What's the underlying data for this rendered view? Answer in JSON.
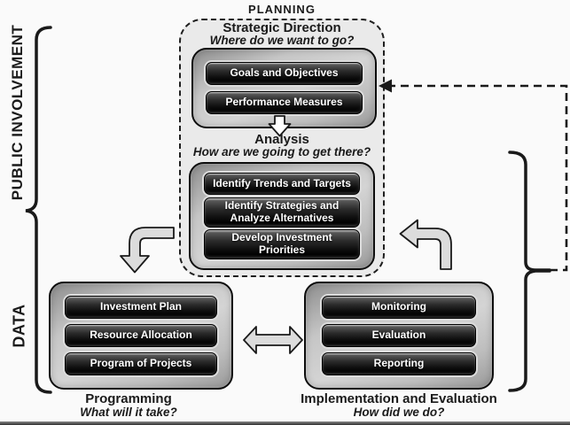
{
  "diagram": {
    "title": "PLANNING",
    "side_labels": {
      "top": "PUBLIC INVOLVEMENT",
      "bottom": "DATA"
    },
    "strategic_direction": {
      "heading": "Strategic Direction",
      "question": "Where do we want to go?",
      "items": [
        "Goals and Objectives",
        "Performance Measures"
      ]
    },
    "analysis": {
      "heading": "Analysis",
      "question": "How are we going to get there?",
      "items": [
        "Identify Trends and Targets",
        "Identify Strategies and Analyze Alternatives",
        "Develop Investment Priorities"
      ]
    },
    "programming": {
      "heading": "Programming",
      "question": "What will it take?",
      "items": [
        "Investment Plan",
        "Resource Allocation",
        "Program of Projects"
      ]
    },
    "implementation": {
      "heading": "Implementation and Evaluation",
      "question": "How did we do?",
      "items": [
        "Monitoring",
        "Evaluation",
        "Reporting"
      ]
    },
    "icons": {
      "down_arrow": "down-block-arrow",
      "planning_to_programming": "curved-down-left-block-arrow",
      "implementation_to_planning": "curved-up-left-block-arrow",
      "programming_implementation": "horizontal-double-headed-block-arrow",
      "feedback": "dashed-feedback-arrow-to-strategic-direction",
      "left_brace": "public-involvement-and-data-brace",
      "right_brace": "implementation-feedback-brace"
    },
    "colors": {
      "node_fill": "#101010",
      "node_text": "#ffffff",
      "panel_fill": "#bdbdbd",
      "region_fill": "#eaeaea",
      "arrow_fill": "#dcdcdc",
      "line": "#1a1a1a",
      "background": "#fafafa"
    }
  }
}
